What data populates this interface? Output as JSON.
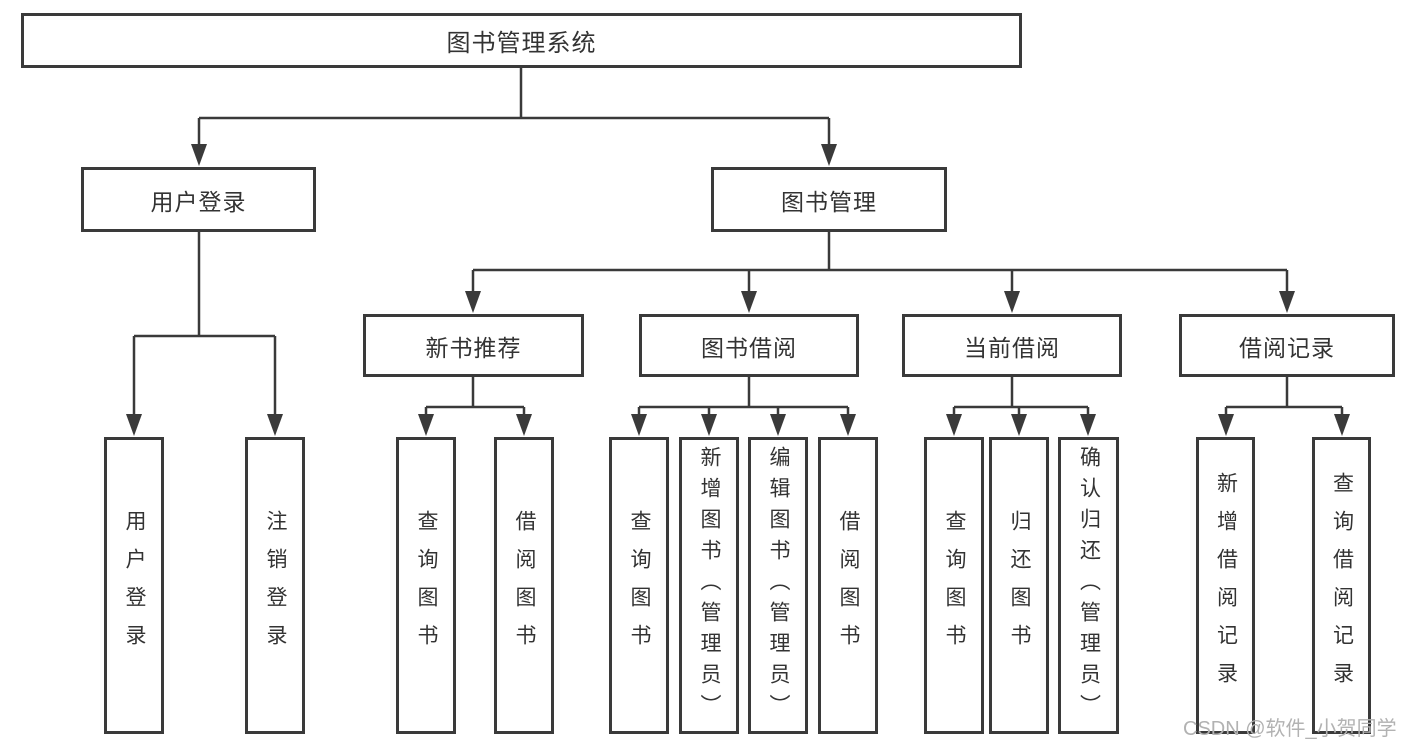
{
  "tree": {
    "root": {
      "label": "图书管理系统"
    },
    "children": [
      {
        "label": "用户登录",
        "children": [
          {
            "label": "用户登录"
          },
          {
            "label": "注销登录"
          }
        ]
      },
      {
        "label": "图书管理",
        "children": [
          {
            "label": "新书推荐",
            "children": [
              {
                "label": "查询图书"
              },
              {
                "label": "借阅图书"
              }
            ]
          },
          {
            "label": "图书借阅",
            "children": [
              {
                "label": "查询图书"
              },
              {
                "label": "新增图书（管理员）"
              },
              {
                "label": "编辑图书（管理员）"
              },
              {
                "label": "借阅图书"
              }
            ]
          },
          {
            "label": "当前借阅",
            "children": [
              {
                "label": "查询图书"
              },
              {
                "label": "归还图书"
              },
              {
                "label": "确认归还（管理员）"
              }
            ]
          },
          {
            "label": "借阅记录",
            "children": [
              {
                "label": "新增借阅记录"
              },
              {
                "label": "查询借阅记录"
              }
            ]
          }
        ]
      }
    ]
  },
  "watermark": "CSDN @软件_小贺同学",
  "colors": {
    "line": "#3a3a3a",
    "text": "#333333",
    "watermark": "#b2b2b2",
    "background": "#ffffff"
  }
}
